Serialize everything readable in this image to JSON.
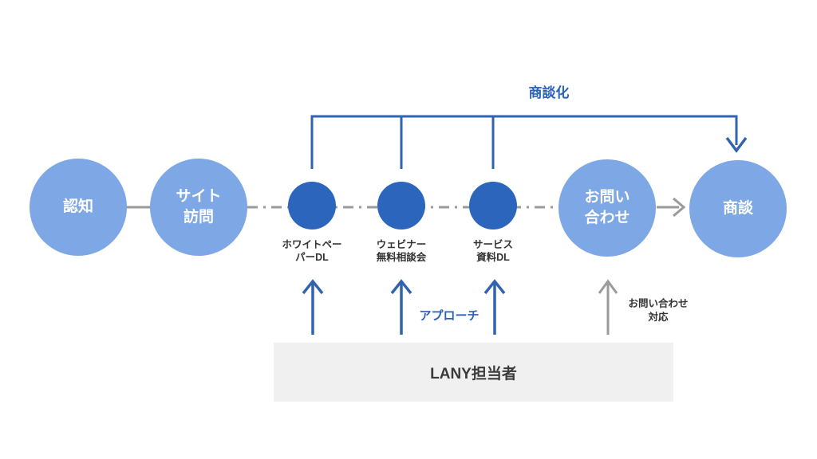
{
  "diagram": {
    "bracket_label": "商談化",
    "stages": [
      {
        "name": "awareness",
        "lines": [
          "認知"
        ]
      },
      {
        "name": "site-visit",
        "lines": [
          "サイト",
          "訪問"
        ]
      },
      {
        "name": "inquiry",
        "lines": [
          "お問い",
          "合わせ"
        ]
      },
      {
        "name": "negotiation",
        "lines": [
          "商談"
        ]
      }
    ],
    "touchpoints": [
      {
        "name": "whitepaper-dl",
        "lines": [
          "ホワイトペー",
          "パーDL"
        ]
      },
      {
        "name": "webinar-consultation",
        "lines": [
          "ウェビナー",
          "無料相談会"
        ]
      },
      {
        "name": "service-doc-dl",
        "lines": [
          "サービス",
          "資料DL"
        ]
      }
    ],
    "approach_label": "アプローチ",
    "inquiry_response": {
      "lines": [
        "お問い合わせ",
        "対応"
      ]
    },
    "actor_box_label": "LANY担当者",
    "colors": {
      "stage_circle": "#7EA7E6",
      "touchpoint_circle": "#2B66BC",
      "accent_blue": "#3163AE",
      "label_blue": "#2961BE",
      "connector_gray": "#9A9A9A",
      "box_bg": "#F0F0F0",
      "text_dark": "#333333"
    }
  }
}
